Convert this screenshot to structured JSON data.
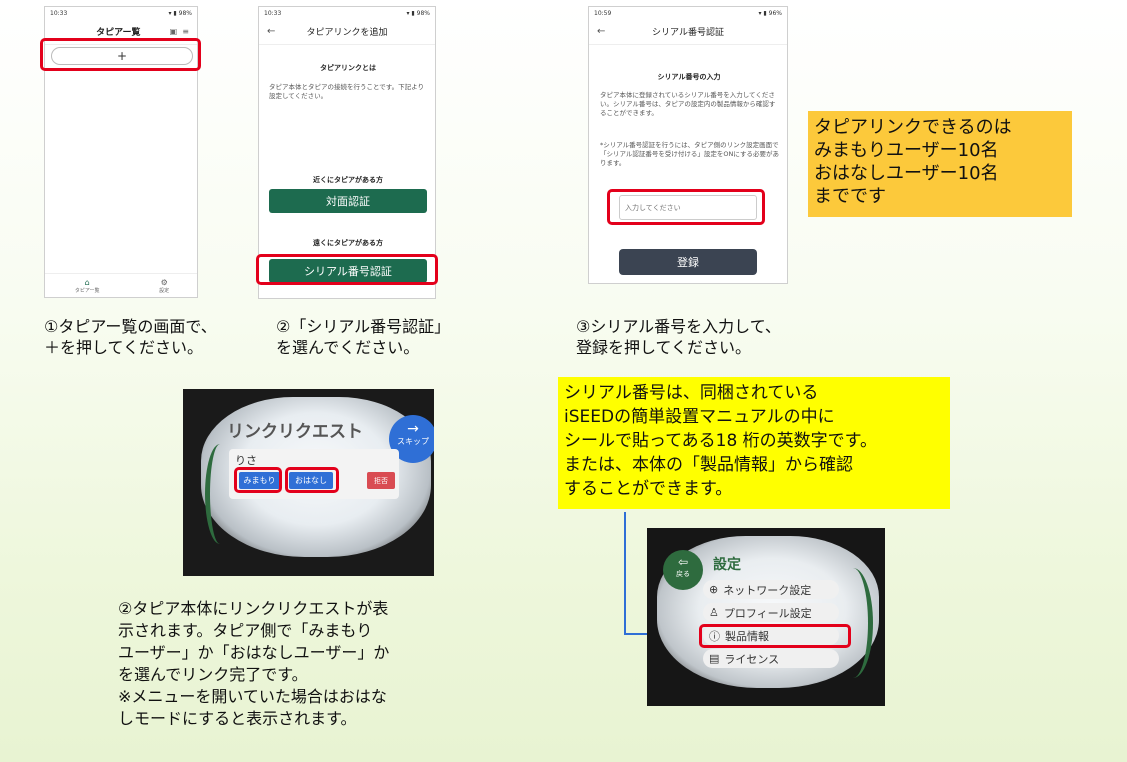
{
  "screen1": {
    "status_time": "10:33",
    "status_right": "98%",
    "title": "タピアー覧",
    "add_symbol": "+",
    "nav_home": "タピアー覧",
    "nav_settings": "設定"
  },
  "screen2": {
    "status_time": "10:33",
    "status_right": "98%",
    "title": "タピアリンクを追加",
    "about_heading": "タピアリンクとは",
    "about_text": "タピア本体とタピアの接続を行うことです。下記より設定してください。",
    "near_heading": "近くにタピアがある方",
    "near_button": "対面認証",
    "far_heading": "遠くにタピアがある方",
    "far_button": "シリアル番号認証"
  },
  "screen3": {
    "status_time": "10:59",
    "status_right": "96%",
    "title": "シリアル番号認証",
    "input_heading": "シリアル番号の入力",
    "input_desc": "タピア本体に登録されているシリアル番号を入力してください。シリアル番号は、タピアの設定内の製品情報から確認することができます。",
    "note": "*シリアル番号認証を行うには、タピア側のリンク設定画面で「シリアル認証番号を受け付ける」設定をONにする必要があります。",
    "input_placeholder": "入力してください",
    "register_button": "登録"
  },
  "captions": {
    "step1": "①タピアー覧の画面で、\n＋を押してください。",
    "step2": "②「シリアル番号認証」\nを選んでください。",
    "step3": "③シリアル番号を入力して、\n登録を押してください。",
    "step4": "②タピア本体にリンクリクエストが表\n示されます。タピア側で「みまもり\nユーザー」か「おはなしユーザー」か\nを選んでリンク完了です。\n※メニューを開いていた場合はおはな\nしモードにすると表示されます。"
  },
  "callouts": {
    "limit": "タピアリンクできるのは\nみまもりユーザー10名\nおはなしユーザー10名\nまでです",
    "serial": "シリアル番号は、同梱されている\niSEEDの簡単設置マニュアルの中に\nシールで貼ってある18 桁の英数字です。\nまたは、本体の「製品情報」から確認\nすることができます。"
  },
  "device_link": {
    "title": "リンクリクエスト",
    "skip": "スキップ",
    "user_name": "りさ",
    "btn_mimamori": "みまもり",
    "btn_ohanashi": "おはなし",
    "btn_reject": "拒否"
  },
  "device_settings": {
    "back": "戻る",
    "title": "設定",
    "items": [
      "ネットワーク設定",
      "プロフィール設定",
      "製品情報",
      "ライセンス"
    ]
  },
  "colors": {
    "green": "#1d6b4f",
    "highlight_red": "#e3001b",
    "callout_orange": "#fcc93b",
    "callout_yellow": "#ffff00",
    "device_blue": "#2f6fd6"
  }
}
